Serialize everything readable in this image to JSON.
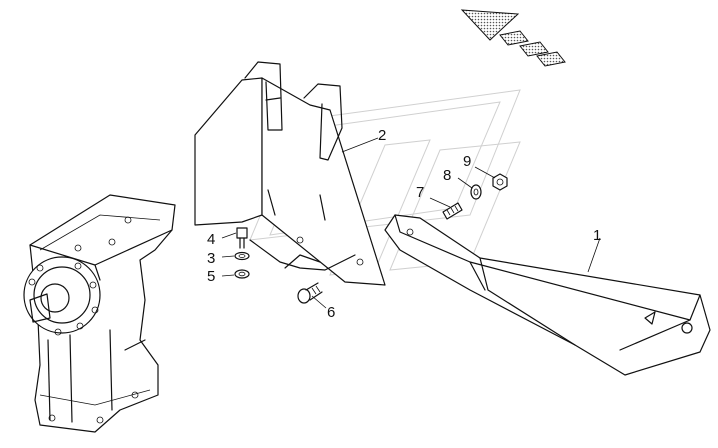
{
  "diagram": {
    "callouts": [
      {
        "id": "c1",
        "label": "1"
      },
      {
        "id": "c2",
        "label": "2"
      },
      {
        "id": "c3",
        "label": "3"
      },
      {
        "id": "c4",
        "label": "4"
      },
      {
        "id": "c5",
        "label": "5"
      },
      {
        "id": "c6",
        "label": "6"
      },
      {
        "id": "c7",
        "label": "7"
      },
      {
        "id": "c8",
        "label": "8"
      },
      {
        "id": "c9",
        "label": "9"
      }
    ],
    "direction_icon": "travel-direction-arrow-icon",
    "watermark_icon": "watermark-logo-icon",
    "colors": {
      "line": "#111111",
      "background": "#ffffff",
      "dotted_fill": "#888888",
      "watermark": "#d0d0d0"
    }
  }
}
